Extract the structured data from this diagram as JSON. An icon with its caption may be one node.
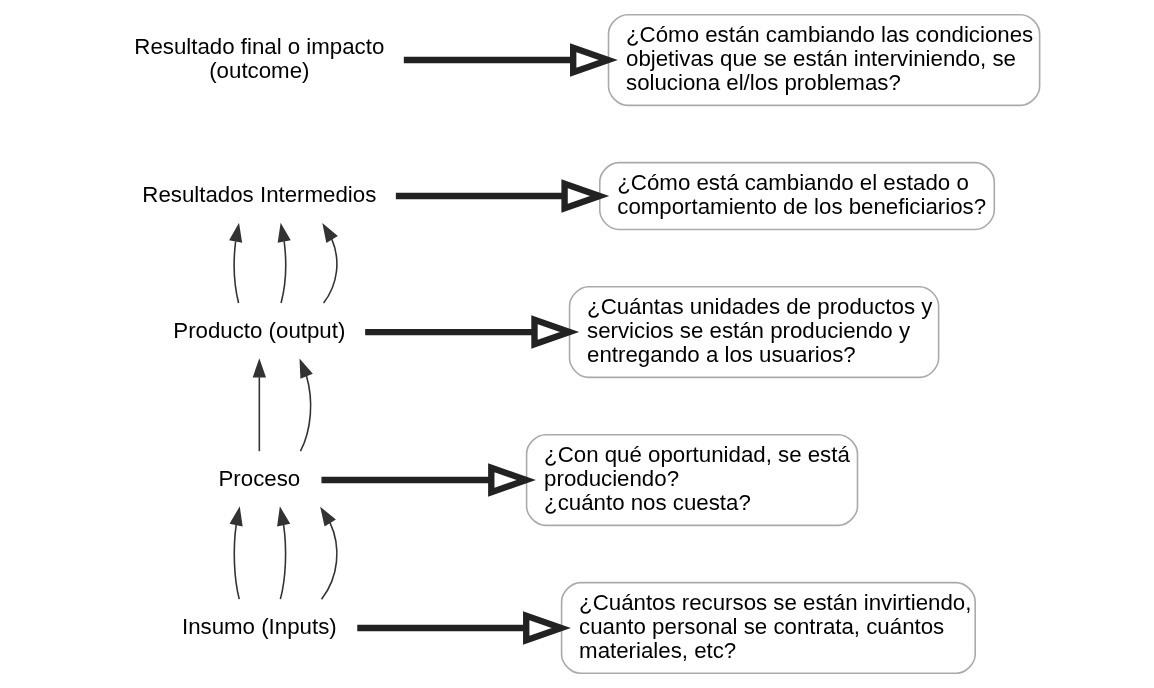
{
  "diagram": {
    "nodes": [
      {
        "text": [
          "Resultado final o impacto (outcome)"
        ]
      },
      {
        "text": [
          "Resultados Intermedios"
        ]
      },
      {
        "text": [
          "Producto (output)"
        ]
      },
      {
        "text": [
          "Proceso"
        ]
      },
      {
        "text": [
          "Insumo (Inputs)"
        ]
      },
      {
        "text": [
          "¿Cómo están cambiando las condiciones objetivas que se están interviniendo, se soluciona el/los problemas?"
        ]
      },
      {
        "text": [
          "¿Cómo está cambiando el estado o comportamiento de los beneficiarios?"
        ]
      },
      {
        "text": [
          "¿Cuántas unidades de productos y servicios se están produciendo y entregando a los usuarios?"
        ]
      },
      {
        "text": [
          "¿Con qué oportunidad, se está produciendo?",
          "¿cuánto nos cuesta?"
        ]
      },
      {
        "text": [
          "¿Cuántos recursos se están invirtiendo, cuanto personal se contrata, cuántos materiales, etc?"
        ]
      }
    ],
    "edges": [
      {
        "from": 0,
        "to": 5,
        "arrow": "to",
        "style": "thick"
      },
      {
        "from": 1,
        "to": 6,
        "arrow": "to",
        "style": "thick"
      },
      {
        "from": 2,
        "to": 7,
        "arrow": "to",
        "style": "thick"
      },
      {
        "from": 3,
        "to": 8,
        "arrow": "to",
        "style": "thick"
      },
      {
        "from": 4,
        "to": 9,
        "arrow": "to",
        "style": "thick"
      },
      {
        "from": 4,
        "to": 3,
        "arrow": "to"
      },
      {
        "from": 4,
        "to": 3,
        "arrow": "to"
      },
      {
        "from": 4,
        "to": 3,
        "arrow": "to"
      },
      {
        "from": 3,
        "to": 2,
        "arrow": "to"
      },
      {
        "from": 3,
        "to": 2,
        "arrow": "to"
      },
      {
        "from": 2,
        "to": 1,
        "arrow": "to"
      },
      {
        "from": 2,
        "to": 1,
        "arrow": "to"
      },
      {
        "from": 2,
        "to": 1,
        "arrow": "to"
      }
    ]
  }
}
